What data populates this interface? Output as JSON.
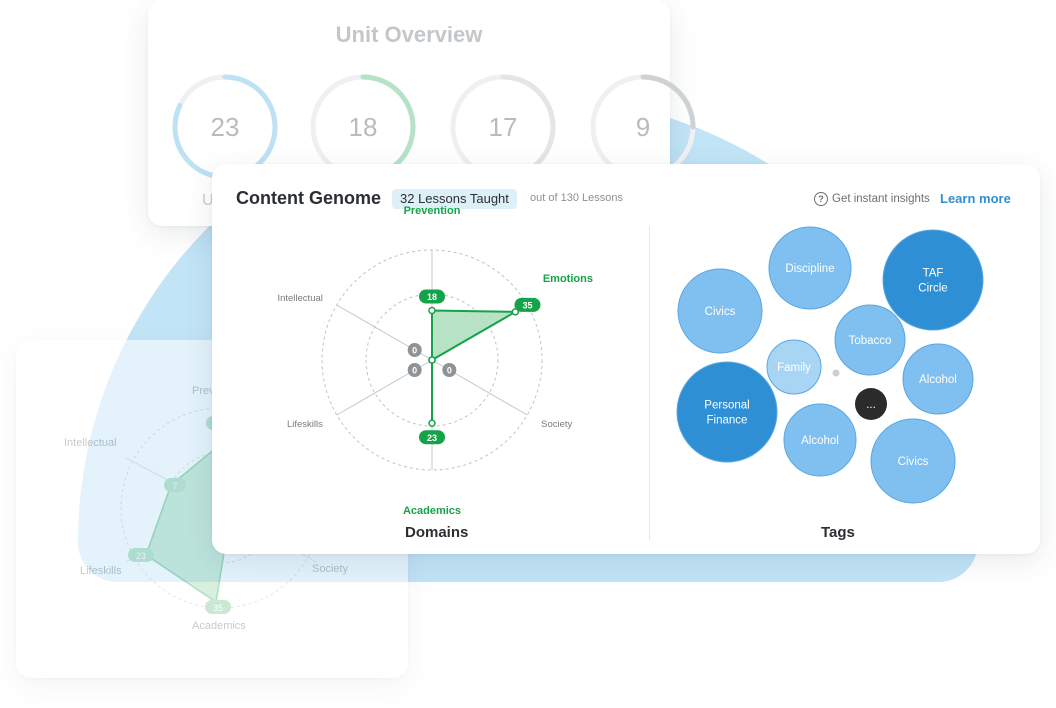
{
  "unit_overview": {
    "title": "Unit Overview",
    "cutoff_label": "U",
    "rings": [
      {
        "value": "23",
        "color": "#bfe1f5",
        "progress": 0.82
      },
      {
        "value": "18",
        "color": "#b6e3c8",
        "progress": 0.55
      },
      {
        "value": "17",
        "color": "#e3e5e7",
        "progress": 0.5
      },
      {
        "value": "9",
        "color": "#cfd2d5",
        "progress": 0.25
      }
    ]
  },
  "faded_radar": {
    "axis_labels": [
      "Prev",
      "Intellectual",
      "Lifeskills",
      "Academics",
      "Society"
    ],
    "value_labels": [
      "7",
      "23",
      "35"
    ]
  },
  "genome": {
    "title": "Content Genome",
    "lessons_taught": "32 Lessons Taught",
    "out_of": "out of 130 Lessons",
    "insights_text": "Get instant insights",
    "help_icon": "question-circle-icon",
    "learn_more": "Learn more",
    "domains_label": "Domains",
    "tags_label": "Tags"
  },
  "chart_data": [
    {
      "type": "radar",
      "axes": [
        {
          "name": "Prevention",
          "value": 18,
          "highlighted": true
        },
        {
          "name": "Emotions",
          "value": 35,
          "highlighted": true
        },
        {
          "name": "Society",
          "value": 0,
          "highlighted": false
        },
        {
          "name": "Academics",
          "value": 23,
          "highlighted": true
        },
        {
          "name": "Lifeskills",
          "value": 0,
          "highlighted": false
        },
        {
          "name": "Intellectual",
          "value": 0,
          "highlighted": false
        }
      ],
      "max": 40,
      "fill_color": "#b8e2c6",
      "stroke_color": "#14a348"
    },
    {
      "type": "bubble",
      "bubbles": [
        {
          "label": "Discipline",
          "color": "#7fc0f0"
        },
        {
          "label": "TAF Circle",
          "color": "#2e8fd4"
        },
        {
          "label": "Civics",
          "color": "#7fc0f0"
        },
        {
          "label": "Tobacco",
          "color": "#7fc0f0"
        },
        {
          "label": "Family",
          "color": "#a9d5f5"
        },
        {
          "label": "Alcohol",
          "color": "#7fc0f0"
        },
        {
          "label": "Personal Finance",
          "color": "#2e8fd4"
        },
        {
          "label": "...",
          "color": "#2b2b2b"
        },
        {
          "label": "Alcohol",
          "color": "#7fc0f0"
        },
        {
          "label": "Civics",
          "color": "#7fc0f0"
        }
      ]
    }
  ]
}
